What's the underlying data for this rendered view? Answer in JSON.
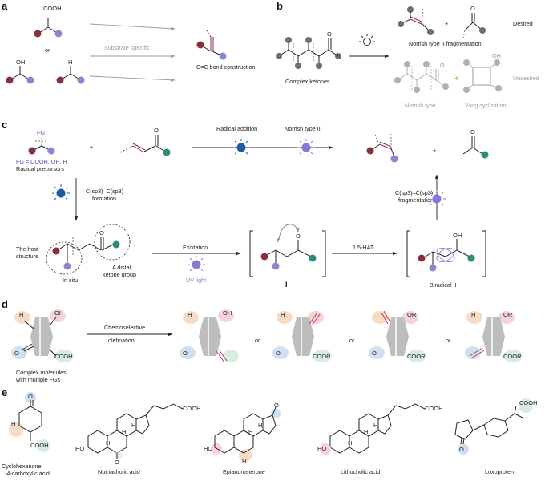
{
  "colors": {
    "red": "#8a2f3a",
    "purple": "#8a86d2",
    "teal": "#2e8a7a",
    "grey": "#6e6e6e",
    "highlight_pink": "#f6d3d8",
    "highlight_blue": "#cfe0f2",
    "highlight_green": "#d8ecdf",
    "highlight_orange": "#f7dcc3",
    "uv_purple": "#8a78d6",
    "blue_bulb": "#1f5aa6"
  },
  "panels": {
    "a": {
      "label": "a",
      "groups": [
        "COOH",
        "OH",
        "H"
      ],
      "or": "or",
      "arrow_caption": "Substrate specific",
      "product_caption": "C=C bond construction"
    },
    "b": {
      "label": "b",
      "substrate_caption": "Complex ketones",
      "desired_caption": "Norrish type II fragmentation",
      "desired_tag": "Desired",
      "undesired_tag": "Undesired",
      "norrish1": "Norrish type I",
      "yang": "Yang cyclization",
      "oh": "OH",
      "o": "O",
      "plus": "+"
    },
    "c": {
      "label": "c",
      "fg": "FG",
      "fg_def": "FG = COOH, OH, H",
      "radical_precursors": "Radical precursors",
      "plus": "+",
      "radical_addition": "Radical addition",
      "norrish_ii": "Norrish type II",
      "formation_1": "C(sp3)–C(sp3)",
      "formation_2": "formation",
      "fragmentation_1": "C(sp3)–C(sp3)",
      "fragmentation_2": "fragmentation",
      "host_1": "The host",
      "host_2": "structure",
      "in_situ": "In situ",
      "distal_1": "A distal",
      "distal_2": "ketone group",
      "excitation": "Excitation",
      "uv_light": "UV light",
      "hat": "1,5-HAT",
      "intermediate_I": "I",
      "biradical": "Biradical II",
      "o": "O",
      "oh": "OH",
      "h": "H"
    },
    "d": {
      "label": "d",
      "h": "H",
      "oh": "OH",
      "o": "O",
      "cooh": "COOH",
      "coor": "COOR",
      "or_group": "OR",
      "arrow_1": "Chemoselective",
      "arrow_2": "olefination",
      "or": "or",
      "caption_1": "Complex molecules",
      "caption_2": "with multiple FGs"
    },
    "e": {
      "label": "e",
      "compounds": [
        {
          "name_1": "Cyclohexanone",
          "name_2": "-4-carboxylic acid"
        },
        {
          "name_1": "Nutriacholic acid",
          "name_2": ""
        },
        {
          "name_1": "Epiandrosterone",
          "name_2": ""
        },
        {
          "name_1": "Lithocholic acid",
          "name_2": ""
        },
        {
          "name_1": "Loxoprofen",
          "name_2": ""
        }
      ],
      "atoms": {
        "o": "O",
        "h": "H",
        "ho": "HO",
        "cooh": "COOH"
      }
    }
  }
}
